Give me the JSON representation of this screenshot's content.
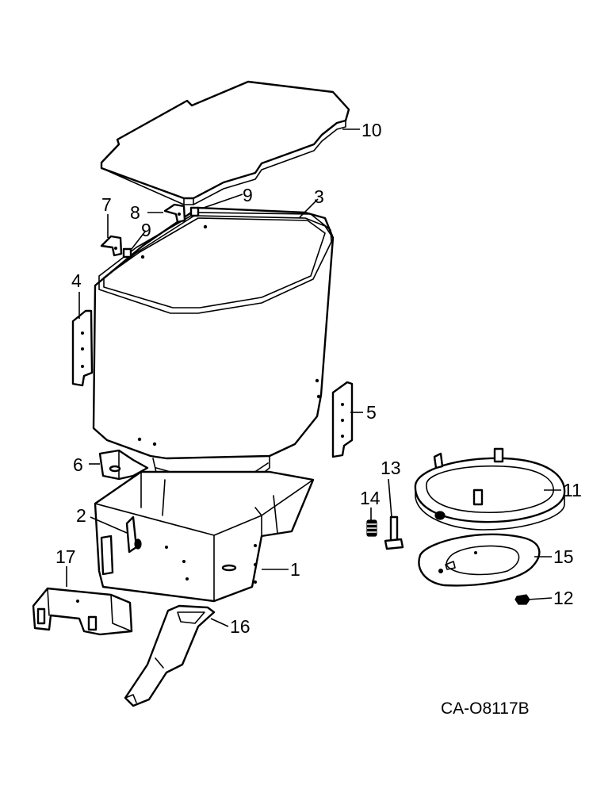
{
  "diagram": {
    "drawing_code": "CA-O8117B",
    "callouts": [
      "1",
      "2",
      "3",
      "4",
      "5",
      "6",
      "7",
      "8",
      "9",
      "9",
      "10",
      "11",
      "12",
      "13",
      "14",
      "15",
      "16",
      "17"
    ]
  }
}
